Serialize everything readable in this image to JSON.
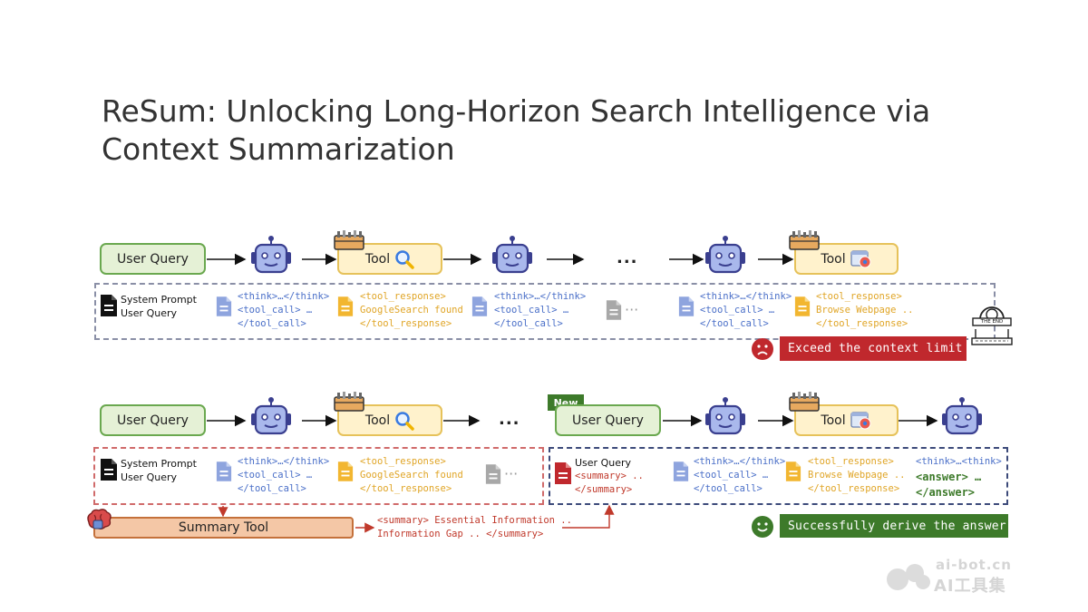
{
  "title": "ReSum: Unlocking Long-Horizon Search Intelligence via Context Summarization",
  "labels": {
    "user_query": "User Query",
    "tool": "Tool",
    "ellipsis": "...",
    "summary_tool": "Summary Tool",
    "new": "New"
  },
  "blocks": {
    "sys_line1": "System Prompt",
    "sys_line2": "User Query",
    "think_line1": "<think>…</think>",
    "think_line2": "<tool_call> …",
    "think_line3": "</tool_call>",
    "resp_line1": "<tool_response>",
    "resp_google": "GoogleSearch found",
    "resp_browse": "Browse Webpage ..",
    "resp_line3": "</tool_response>",
    "ellipsis_doc": "···",
    "summary_line1": "<summary> ..",
    "summary_line2": "</summary>",
    "answer_line1": "<think>…<think>",
    "answer_line2": "<answer> …",
    "answer_line3": "</answer>",
    "summary_out1": "<summary> Essential Information ..",
    "summary_out2": "Information Gap .. </summary>",
    "the_end": "THE END"
  },
  "banners": {
    "exceed": "Exceed the context limit",
    "success": "Successfully derive the answer"
  },
  "colors": {
    "exceed_bg": "#c0282d",
    "success_bg": "#3d7a2a",
    "robot_face": "#a9b8ec",
    "robot_stroke": "#3a3f8f"
  },
  "watermark": {
    "line1": "ai-bot.cn",
    "line2": "AI工具集"
  }
}
